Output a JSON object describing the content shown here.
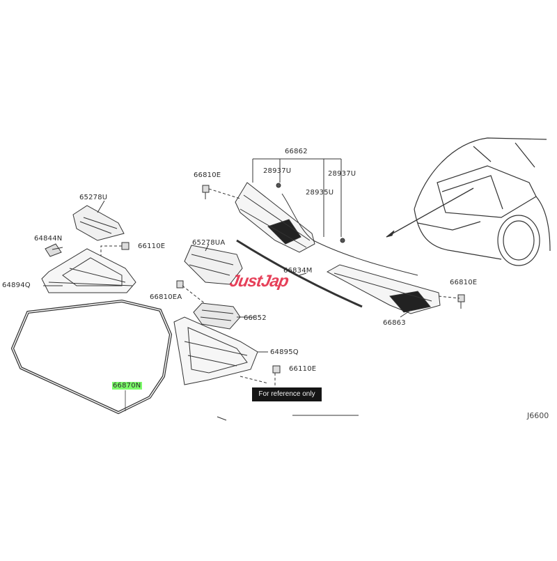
{
  "diagram": {
    "labels": {
      "p66862": "66862",
      "p28937U_a": "28937U",
      "p28937U_b": "28937U",
      "p28935U": "28935U",
      "p66810E_a": "66810E",
      "p65278U": "65278U",
      "p64844N": "64844N",
      "p66110E_a": "66110E",
      "p64894Q": "64894Q",
      "p65278UA": "65278UA",
      "p66834M": "66834M",
      "p66810E_b": "66810E",
      "p66810EA": "66810EA",
      "p66852": "66852",
      "p66863": "66863",
      "p64895Q": "64895Q",
      "p66110E_b": "66110E",
      "p66870N": "66870N"
    },
    "notice": "For reference only",
    "diagram_code": "J6600",
    "watermark": "JustJap",
    "highlight_color": "#7cfc6a",
    "watermark_color": "#e21e3c"
  }
}
